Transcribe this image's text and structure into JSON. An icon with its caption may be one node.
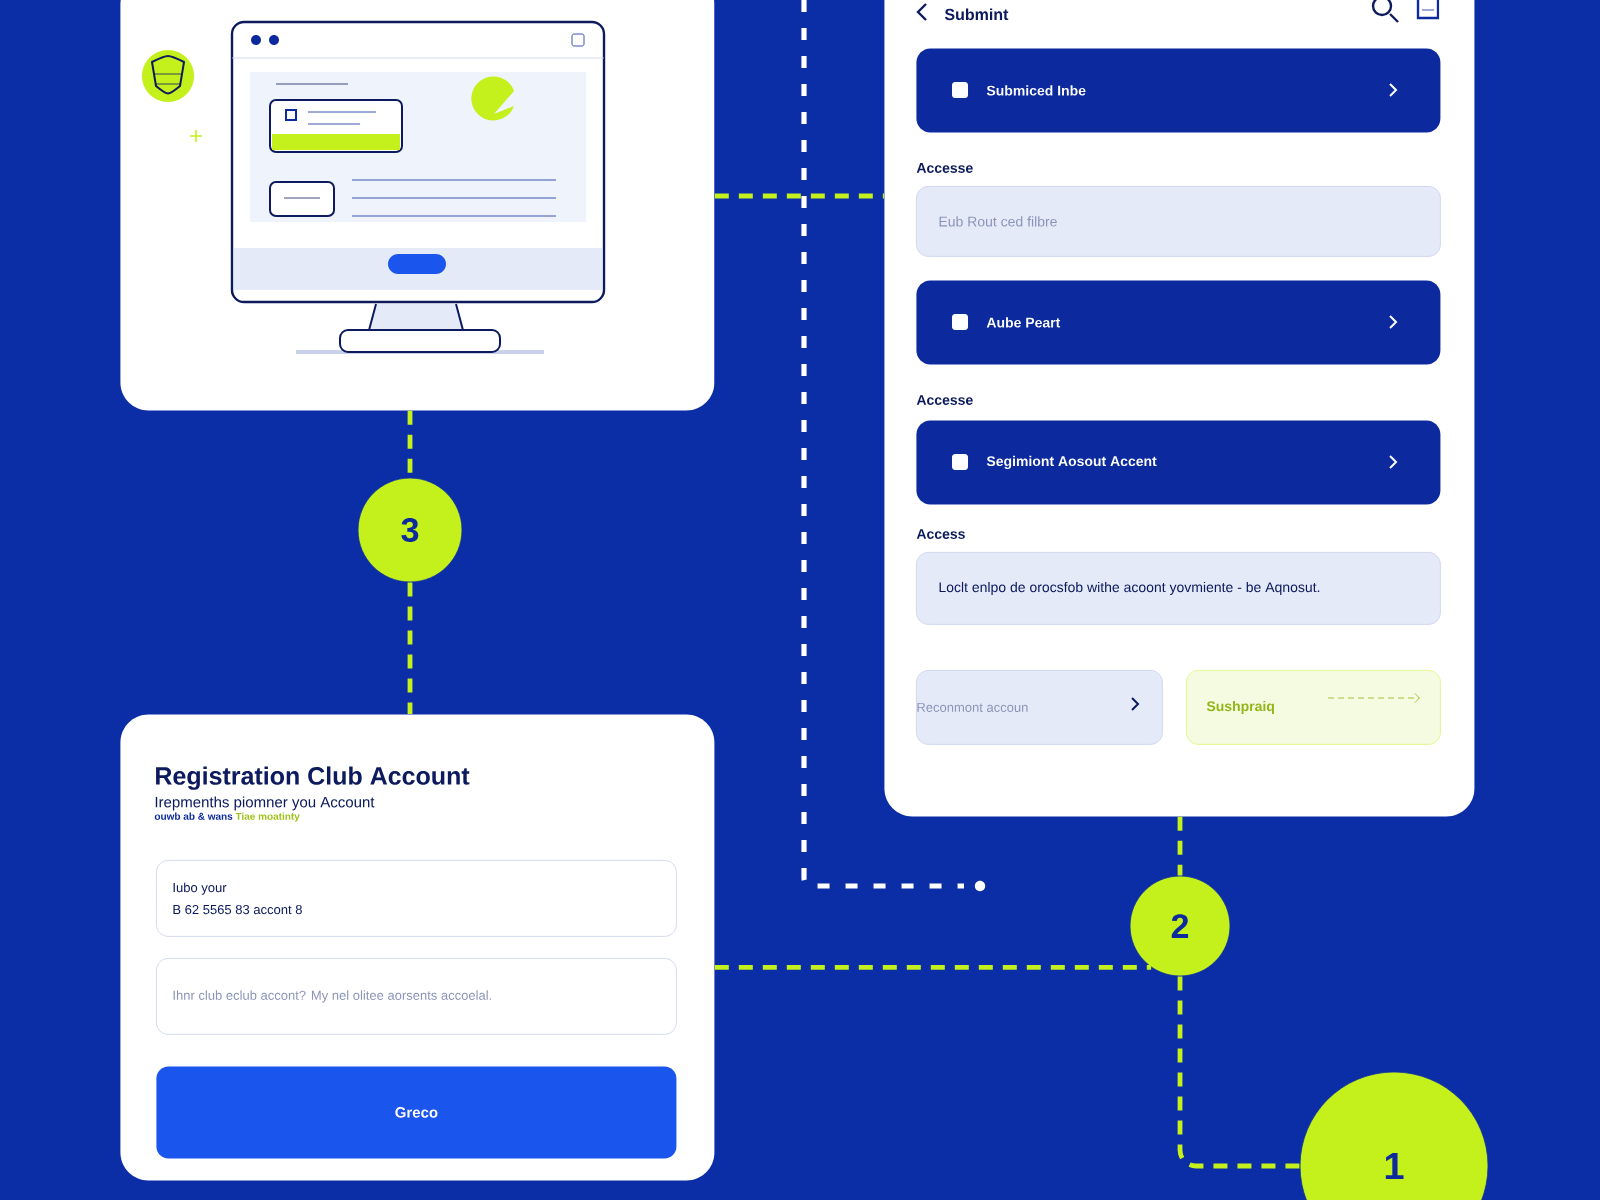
{
  "diagram": {
    "nodes": [
      {
        "text": [],
        "shape": "picture"
      },
      {
        "text": [
          "Submint"
        ]
      },
      {
        "text": [
          "Submiced Inbe"
        ],
        "in": 1
      },
      {
        "text": [
          "Eub Rout ced filbre"
        ],
        "in": 1
      },
      {
        "text": [
          "Aube Peart"
        ],
        "in": 1
      },
      {
        "text": [
          "Segimiont Aosout Accent"
        ],
        "in": 1
      },
      {
        "text": [
          "Loclt enlpo de orocsfob withe acoont yovmiente - be Aqnosut."
        ],
        "in": 1
      },
      {
        "text": [
          "Reconmont accoun"
        ],
        "in": 1
      },
      {
        "text": [
          "Sushpraiq"
        ],
        "in": 1
      },
      {
        "text": [
          "3"
        ]
      },
      {
        "text": [
          "Registration Club Account",
          "Irepmenths piomner you Account",
          "ouwb ab & wans",
          "Tiae moatinty"
        ]
      },
      {
        "text": [
          "Iubo your",
          "B 62 5565 83 accont 8"
        ],
        "in": 10
      },
      {
        "text": [
          "Ihnr club eclub accont? My nel olitee aorsents accoelal."
        ],
        "in": 10
      },
      {
        "text": [
          "Greco"
        ],
        "in": 10
      },
      {
        "text": [
          "2"
        ]
      },
      {
        "text": [
          "1"
        ]
      }
    ],
    "edges": [
      {
        "from": 0,
        "to": 1,
        "arrow": "none",
        "style": "dashed"
      },
      {
        "from": 0,
        "to": 9,
        "arrow": "none",
        "style": "dashed"
      },
      {
        "from": 9,
        "to": 10,
        "arrow": "none",
        "style": "dashed"
      },
      {
        "from": 10,
        "to": 14,
        "arrow": "none",
        "style": "dashed"
      },
      {
        "from": 1,
        "to": 14,
        "arrow": "none",
        "style": "dashed"
      },
      {
        "from": 14,
        "to": 15,
        "arrow": "none",
        "style": "dashed"
      }
    ],
    "labels": [
      "Accesse",
      "Accesse",
      "Access"
    ]
  }
}
